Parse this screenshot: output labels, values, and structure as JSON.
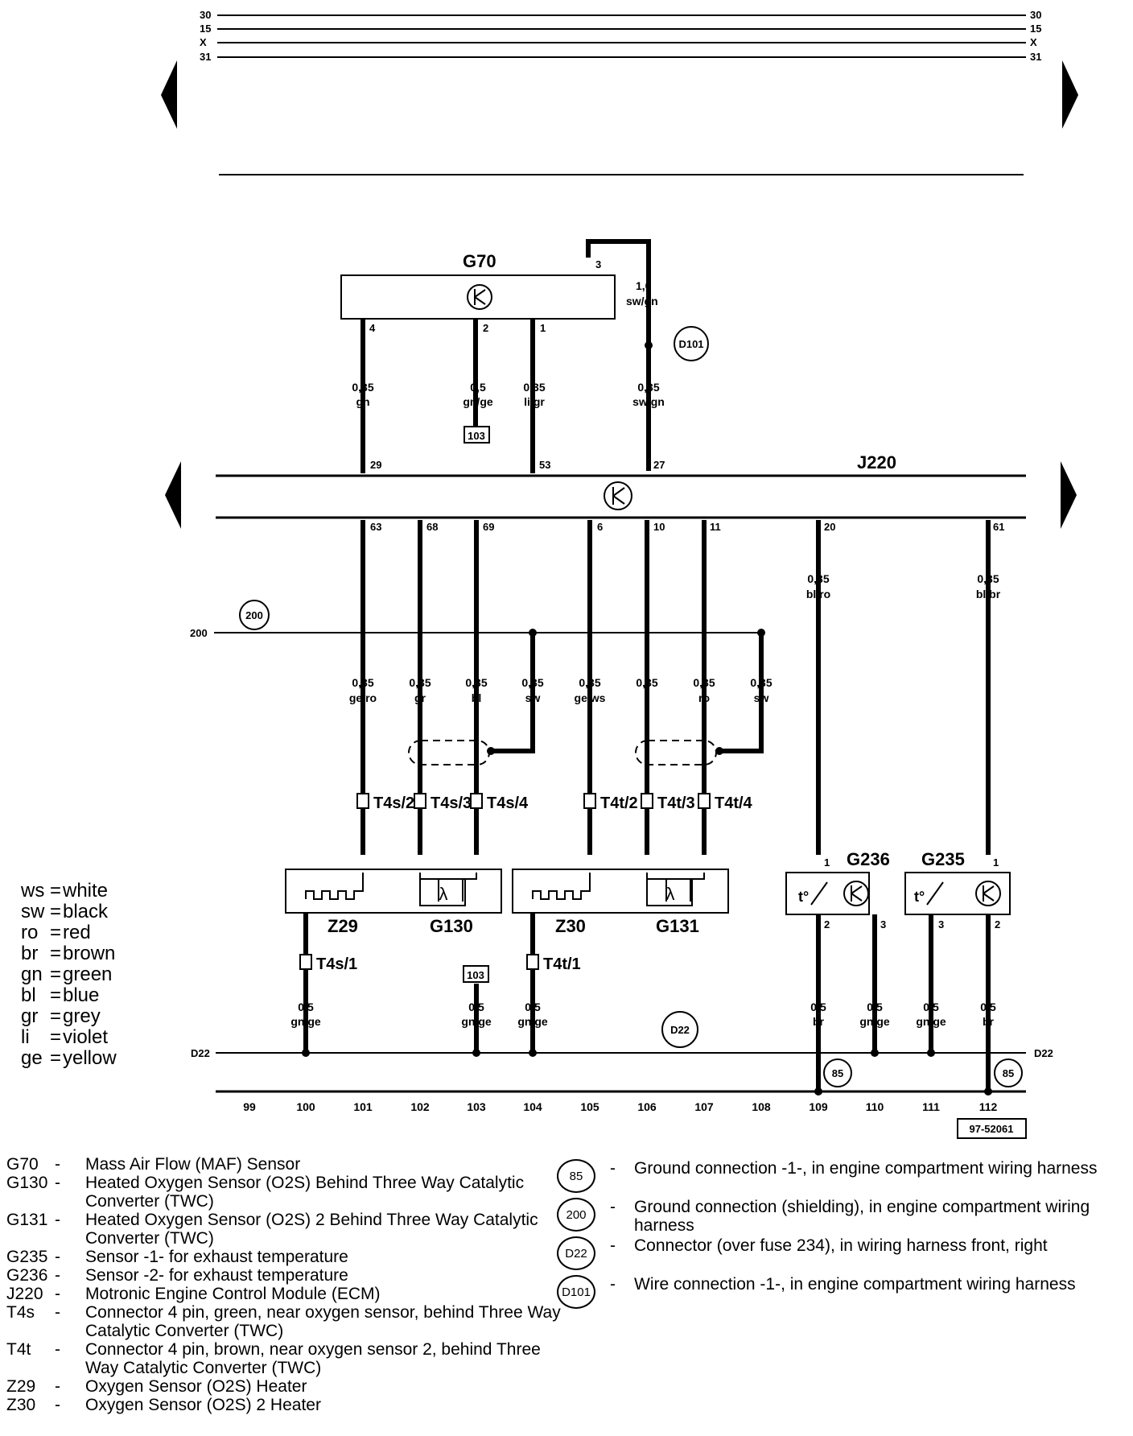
{
  "bus": {
    "labels": [
      "30",
      "15",
      "X",
      "31"
    ]
  },
  "components": {
    "g70": {
      "label": "G70"
    },
    "j220": {
      "label": "J220"
    },
    "z29": {
      "label": "Z29"
    },
    "g130": {
      "label": "G130"
    },
    "z30": {
      "label": "Z30"
    },
    "g131": {
      "label": "G131"
    },
    "g236": {
      "label": "G236"
    },
    "g235": {
      "label": "G235"
    }
  },
  "g70_pins": [
    "3",
    "4",
    "2",
    "1"
  ],
  "j220_pins_top": [
    "29",
    "53",
    "27"
  ],
  "j220_pins_bottom": [
    "63",
    "68",
    "69",
    "6",
    "10",
    "11",
    "20",
    "61"
  ],
  "wires": [
    {
      "size": "1,0",
      "color": "sw/gn"
    },
    {
      "size": "0,35",
      "color": "gn"
    },
    {
      "size": "0,5",
      "color": "gn/ge"
    },
    {
      "size": "0,35",
      "color": "li/gr"
    },
    {
      "size": "0,35",
      "color": "sw/gn"
    },
    {
      "size": "0,35",
      "color": "bl/ro"
    },
    {
      "size": "0,35",
      "color": "bl/br"
    },
    {
      "size": "0,35",
      "color": "ge/ro"
    },
    {
      "size": "0,35",
      "color": "gr"
    },
    {
      "size": "0,35",
      "color": "bl"
    },
    {
      "size": "0,35",
      "color": "sw"
    },
    {
      "size": "0,35",
      "color": "ge/ws"
    },
    {
      "size": "0,35",
      "color": "li"
    },
    {
      "size": "0,35",
      "color": "ro"
    },
    {
      "size": "0,35",
      "color": "sw"
    },
    {
      "size": "0,5",
      "color": "gn/ge"
    },
    {
      "size": "0,5",
      "color": "gn/ge"
    },
    {
      "size": "0,5",
      "color": "gn/ge"
    },
    {
      "size": "0,5",
      "color": "br"
    },
    {
      "size": "0,5",
      "color": "gn/ge"
    },
    {
      "size": "0,5",
      "color": "gn/ge"
    },
    {
      "size": "0,5",
      "color": "br"
    }
  ],
  "connectors": [
    "T4s/2",
    "T4s/3",
    "T4s/4",
    "T4t/2",
    "T4t/3",
    "T4t/4",
    "T4s/1",
    "T4t/1"
  ],
  "sensor_pins": {
    "g236": [
      "1",
      "2",
      "3"
    ],
    "g235": [
      "1",
      "3",
      "2"
    ]
  },
  "refs": {
    "d101": "D101",
    "r200": "200",
    "line200": "200",
    "d22_circle": "D22",
    "d22_left": "D22",
    "d22_right": "D22",
    "r85": "85",
    "box103": "103"
  },
  "columns": [
    "99",
    "100",
    "101",
    "102",
    "103",
    "104",
    "105",
    "106",
    "107",
    "108",
    "109",
    "110",
    "111",
    "112"
  ],
  "figure_id": "97-52061",
  "color_codes": [
    {
      "abbr": "ws",
      "name": "white"
    },
    {
      "abbr": "sw",
      "name": "black"
    },
    {
      "abbr": "ro",
      "name": "red"
    },
    {
      "abbr": "br",
      "name": "brown"
    },
    {
      "abbr": "gn",
      "name": "green"
    },
    {
      "abbr": "bl",
      "name": "blue"
    },
    {
      "abbr": "gr",
      "name": "grey"
    },
    {
      "abbr": "li",
      "name": "violet"
    },
    {
      "abbr": "ge",
      "name": "yellow"
    }
  ],
  "legend_left": [
    {
      "code": "G70",
      "desc": "Mass Air Flow (MAF) Sensor"
    },
    {
      "code": "G130",
      "desc": "Heated Oxygen Sensor (O2S) Behind Three Way Catalytic Converter (TWC)"
    },
    {
      "code": "G131",
      "desc": "Heated Oxygen Sensor (O2S) 2 Behind Three Way Catalytic Converter (TWC)"
    },
    {
      "code": "G235",
      "desc": "Sensor -1- for exhaust temperature"
    },
    {
      "code": "G236",
      "desc": "Sensor -2- for exhaust temperature"
    },
    {
      "code": "J220",
      "desc": "Motronic Engine Control Module (ECM)"
    },
    {
      "code": "T4s",
      "desc": "Connector 4 pin, green, near oxygen sensor, behind Three Way Catalytic Converter (TWC)"
    },
    {
      "code": "T4t",
      "desc": "Connector 4 pin, brown, near oxygen sensor 2, behind Three Way Catalytic Converter (TWC)"
    },
    {
      "code": "Z29",
      "desc": "Oxygen Sensor (O2S) Heater"
    },
    {
      "code": "Z30",
      "desc": "Oxygen Sensor (O2S) 2 Heater"
    }
  ],
  "legend_right": [
    {
      "symbol": "85",
      "desc": "Ground connection -1-, in engine compartment wiring harness"
    },
    {
      "symbol": "200",
      "desc": "Ground connection (shielding), in engine compartment wiring harness"
    },
    {
      "symbol": "D22",
      "desc": "Connector (over fuse 234), in wiring harness front, right"
    },
    {
      "symbol": "D101",
      "desc": "Wire connection -1-, in engine compartment wiring harness"
    }
  ]
}
